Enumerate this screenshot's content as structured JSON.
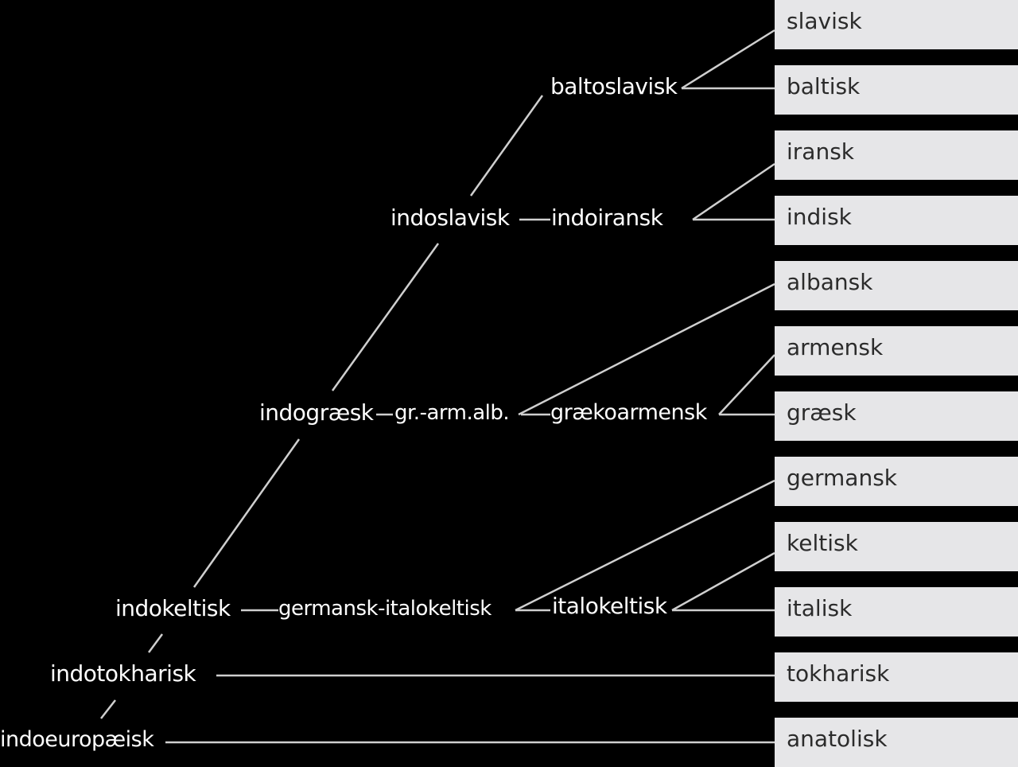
{
  "colors": {
    "background": "#000000",
    "line": "#cfcfcf",
    "box": "#e6e6e8",
    "node_text": "#ffffff",
    "leaf_text": "#2b2b2b"
  },
  "leaves": [
    {
      "id": "slavisk",
      "label": "slavisk"
    },
    {
      "id": "baltisk",
      "label": "baltisk"
    },
    {
      "id": "iransk",
      "label": "iransk"
    },
    {
      "id": "indisk",
      "label": "indisk"
    },
    {
      "id": "albansk",
      "label": "albansk"
    },
    {
      "id": "armensk",
      "label": "armensk"
    },
    {
      "id": "graesk",
      "label": "græsk"
    },
    {
      "id": "germansk",
      "label": "germansk"
    },
    {
      "id": "keltisk",
      "label": "keltisk"
    },
    {
      "id": "italisk",
      "label": "italisk"
    },
    {
      "id": "tokharisk",
      "label": "tokharisk"
    },
    {
      "id": "anatolisk",
      "label": "anatolisk"
    }
  ],
  "nodes": [
    {
      "id": "indoeuropaeisk",
      "label": "indoeuropæisk"
    },
    {
      "id": "indotokharisk",
      "label": "indotokharisk"
    },
    {
      "id": "indokeltisk",
      "label": "indokeltisk"
    },
    {
      "id": "germansk-italokeltisk",
      "label": "germansk-italokeltisk"
    },
    {
      "id": "italokeltisk",
      "label": "italokeltisk"
    },
    {
      "id": "indograesk",
      "label": "indogræsk"
    },
    {
      "id": "gr-arm-alb",
      "label": "gr.-arm.alb."
    },
    {
      "id": "graekoarmensk",
      "label": "grækoarmensk"
    },
    {
      "id": "indoslavisk",
      "label": "indoslavisk"
    },
    {
      "id": "indoiransk",
      "label": "indoiransk"
    },
    {
      "id": "baltoslavisk",
      "label": "baltoslavisk"
    }
  ]
}
